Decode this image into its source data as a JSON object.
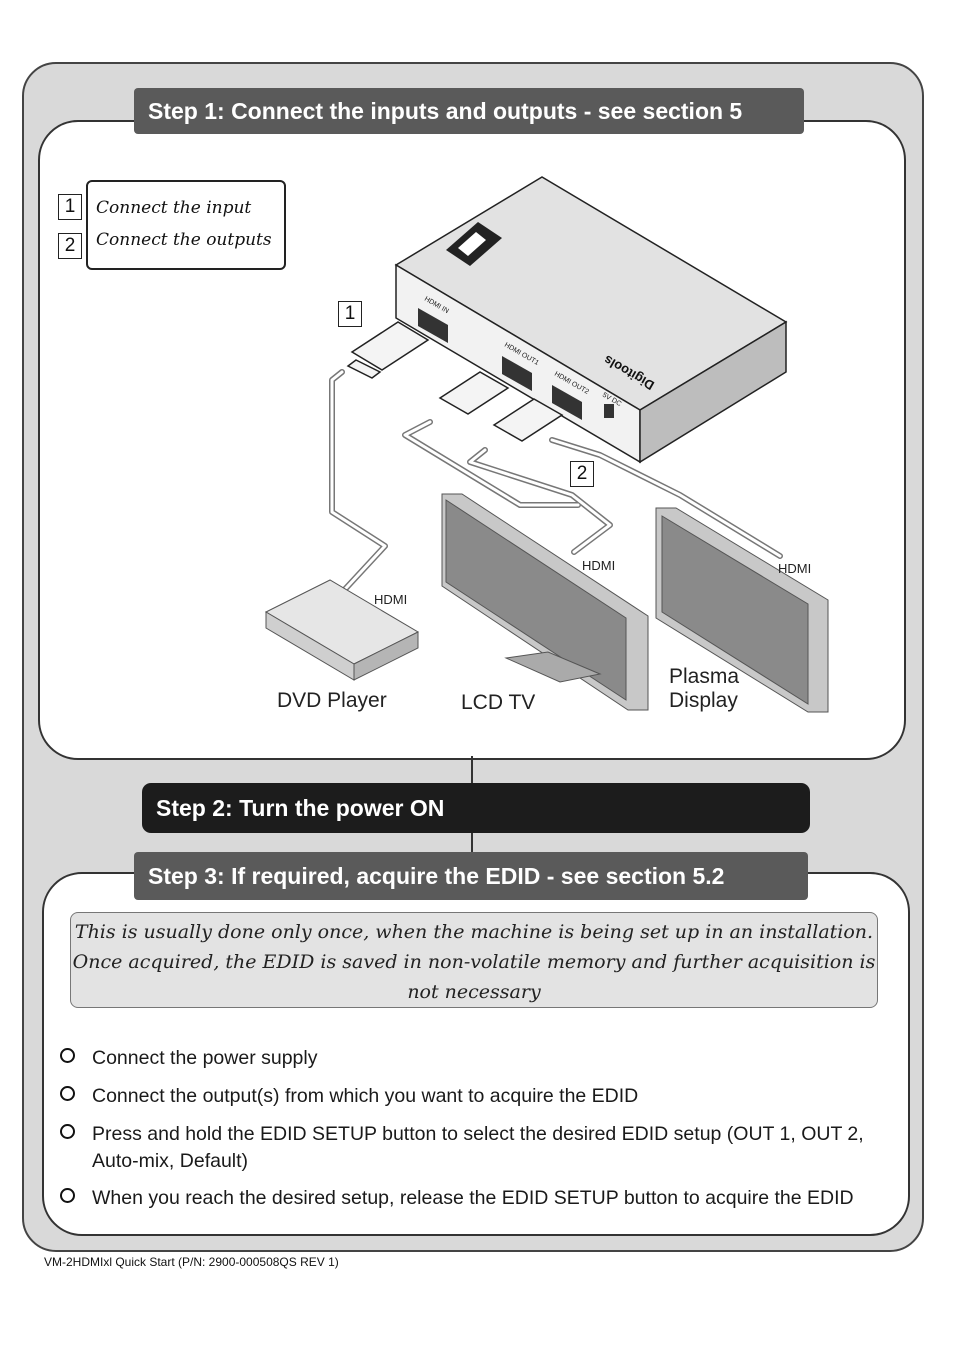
{
  "step1": {
    "title": "Step 1: Connect the inputs and outputs - see section 5",
    "instructions": [
      {
        "num": "1",
        "text": "Connect the input"
      },
      {
        "num": "2",
        "text": "Connect the outputs"
      }
    ],
    "callout_1": "1",
    "callout_2": "2",
    "device": {
      "port_hdmi_in": "HDMI IN",
      "port_out1": "HDMI OUT1",
      "port_out2": "HDMI OUT2",
      "port_power": "5V DC",
      "brand": "Digitools"
    },
    "hdmi_labels": [
      "HDMI",
      "HDMI",
      "HDMI"
    ],
    "dvd_label": "DVD Player",
    "lcd_label": "LCD TV",
    "plasma_label_line1": "Plasma",
    "plasma_label_line2": "Display"
  },
  "step2": {
    "title": "Step 2: Turn the power ON"
  },
  "step3": {
    "title": "Step 3: If required, acquire the EDID - see section 5.2",
    "note_lines": [
      "This is usually done only once, when the machine is being set up in an installation.",
      "Once acquired, the EDID is saved in non-volatile memory and further acquisition is",
      "not necessary"
    ],
    "bullets": [
      "Connect the power supply",
      "Connect the output(s) from which you want to acquire the EDID",
      "Press and hold the EDID SETUP button to select the desired EDID setup (OUT 1, OUT 2, Auto-mix, Default)",
      "When you reach the desired setup, release the EDID SETUP button to acquire the EDID"
    ]
  },
  "footer": "VM-2HDMIxl Quick Start (P/N: 2900-000508QS REV 1)",
  "colors": {
    "banner": "#5a5a5a",
    "banner_dark": "#1c1c1c",
    "background": "#d9d9d9"
  }
}
